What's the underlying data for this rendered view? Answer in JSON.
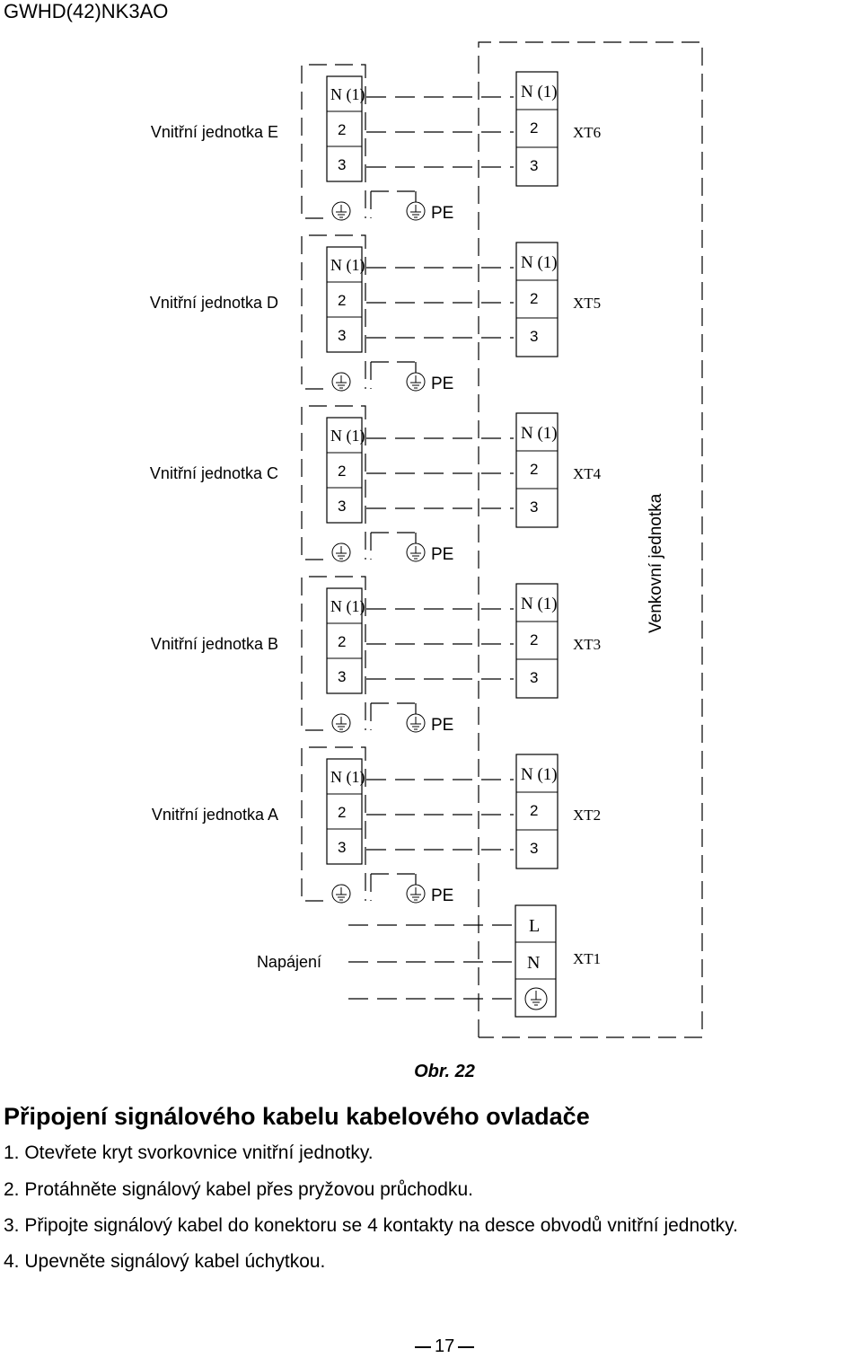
{
  "header": {
    "model": "GWHD(42)NK3AO"
  },
  "diagram": {
    "outdoor_unit_label": "Venkovní jednotka",
    "terminal_labels": {
      "n1": "N (1)",
      "t2": "2",
      "t3": "3",
      "pe": "PE",
      "l": "L",
      "n": "N"
    },
    "indoor_units": [
      {
        "label": "Vnitřní jednotka E",
        "terminal": "XT6"
      },
      {
        "label": "Vnitřní jednotka D",
        "terminal": "XT5"
      },
      {
        "label": "Vnitřní jednotka C",
        "terminal": "XT4"
      },
      {
        "label": "Vnitřní jednotka B",
        "terminal": "XT3"
      },
      {
        "label": "Vnitřní jednotka A",
        "terminal": "XT2"
      }
    ],
    "power": {
      "label": "Napájení",
      "terminal": "XT1"
    }
  },
  "caption": "Obr. 22",
  "section": {
    "title": "Připojení signálového kabelu kabelového ovladače",
    "steps": [
      "1. Otevřete kryt svorkovnice vnitřní jednotky.",
      "2. Protáhněte signálový kabel přes pryžovou průchodku.",
      "3. Připojte signálový kabel do konektoru se 4 kontakty na desce obvodů vnitřní jednotky.",
      "4. Upevněte signálový kabel úchytkou."
    ]
  },
  "page_number": "17"
}
